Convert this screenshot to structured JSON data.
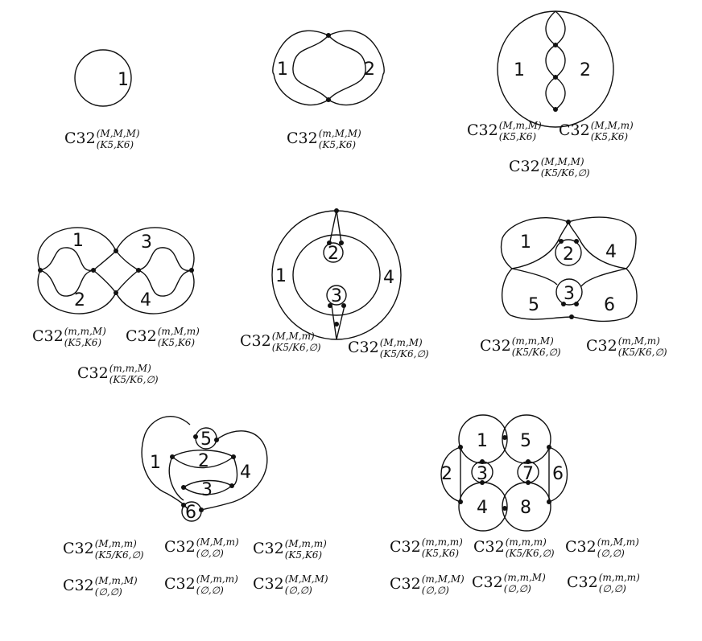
{
  "regions": {
    "f1": [
      "1"
    ],
    "f2": [
      "1",
      "2"
    ],
    "f3": [
      "1",
      "2"
    ],
    "f4": [
      "1",
      "3",
      "2",
      "4"
    ],
    "f5": [
      "2",
      "1",
      "4",
      "3"
    ],
    "f6": [
      "1",
      "2",
      "4",
      "3",
      "5",
      "6"
    ],
    "f7": [
      "5",
      "1",
      "2",
      "4",
      "3",
      "6"
    ],
    "f8": [
      "1",
      "5",
      "2",
      "3",
      "7",
      "6",
      "4",
      "8"
    ]
  },
  "captions": {
    "f1": [
      {
        "base": "C32",
        "sup": "(M,M,M)",
        "sub": "(K5,K6)"
      }
    ],
    "f2": [
      {
        "base": "C32",
        "sup": "(m,M,M)",
        "sub": "(K5,K6)"
      }
    ],
    "f3": [
      {
        "base": "C32",
        "sup": "(M,m,M)",
        "sub": "(K5,K6)"
      },
      {
        "base": "C32",
        "sup": "(M,M,m)",
        "sub": "(K5,K6)"
      },
      {
        "base": "C32",
        "sup": "(M,M,M)",
        "sub": "(K5/K6,∅)"
      }
    ],
    "f4": [
      {
        "base": "C32",
        "sup": "(m,m,M)",
        "sub": "(K5,K6)"
      },
      {
        "base": "C32",
        "sup": "(m,M,m)",
        "sub": "(K5,K6)"
      },
      {
        "base": "C32",
        "sup": "(m,m,M)",
        "sub": "(K5/K6,∅)"
      }
    ],
    "f5": [
      {
        "base": "C32",
        "sup": "(M,M,m)",
        "sub": "(K5/K6,∅)"
      },
      {
        "base": "C32",
        "sup": "(M,m,M)",
        "sub": "(K5/K6,∅)"
      }
    ],
    "f6": [
      {
        "base": "C32",
        "sup": "(m,m,M)",
        "sub": "(K5/K6,∅)"
      },
      {
        "base": "C32",
        "sup": "(m,M,m)",
        "sub": "(K5/K6,∅)"
      }
    ],
    "f7": [
      {
        "base": "C32",
        "sup": "(M,m,m)",
        "sub": "(K5/K6,∅)"
      },
      {
        "base": "C32",
        "sup": "(M,M,m)",
        "sub": "(∅,∅)"
      },
      {
        "base": "C32",
        "sup": "(M,m,m)",
        "sub": "(K5,K6)"
      },
      {
        "base": "C32",
        "sup": "(M,m,M)",
        "sub": "(∅,∅)"
      },
      {
        "base": "C32",
        "sup": "(M,m,m)",
        "sub": "(∅,∅)"
      },
      {
        "base": "C32",
        "sup": "(M,M,M)",
        "sub": "(∅,∅)"
      }
    ],
    "f8": [
      {
        "base": "C32",
        "sup": "(m,m,m)",
        "sub": "(K5,K6)"
      },
      {
        "base": "C32",
        "sup": "(m,m,m)",
        "sub": "(K5/K6,∅)"
      },
      {
        "base": "C32",
        "sup": "(m,M,m)",
        "sub": "(∅,∅)"
      },
      {
        "base": "C32",
        "sup": "(m,M,M)",
        "sub": "(∅,∅)"
      },
      {
        "base": "C32",
        "sup": "(m,m,M)",
        "sub": "(∅,∅)"
      },
      {
        "base": "C32",
        "sup": "(m,m,m)",
        "sub": "(∅,∅)"
      }
    ]
  }
}
